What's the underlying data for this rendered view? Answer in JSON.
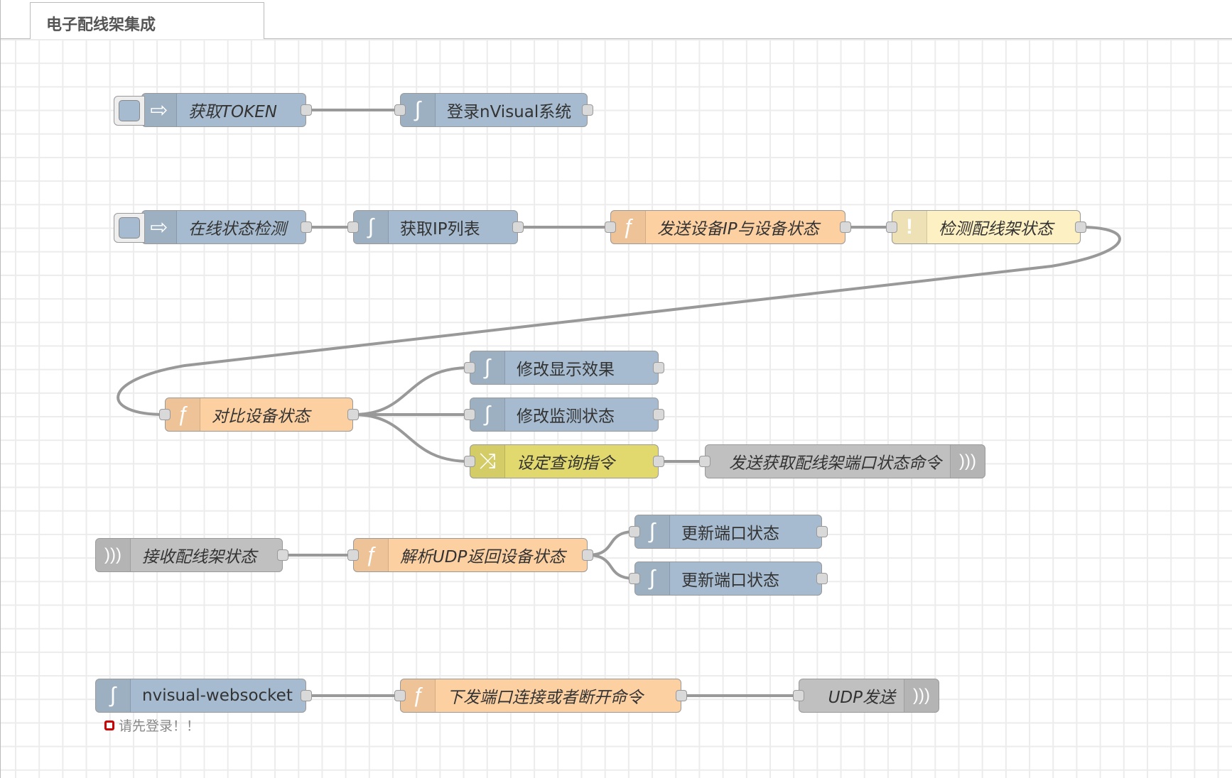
{
  "tab": {
    "label": "电子配线架集成"
  },
  "colors": {
    "function": "#fdd0a2",
    "http": "#a6bbcf",
    "inject": "#a6bbcf",
    "change": "#e2d96e",
    "switch_node": "#fdf0c2",
    "udp": "#c0c0c0",
    "wire": "#999999",
    "status_error": "#cc0000"
  },
  "nodes": {
    "get_token": {
      "label": "获取TOKEN",
      "type": "inject",
      "icon": "arrow-right-icon"
    },
    "login_nvisual": {
      "label": "登录nVisual系统",
      "type": "http-request",
      "icon": "http-icon"
    },
    "online_check": {
      "label": "在线状态检测",
      "type": "inject",
      "icon": "arrow-right-icon"
    },
    "get_ip_list": {
      "label": "获取IP列表",
      "type": "http-request",
      "icon": "http-icon"
    },
    "send_ip_status": {
      "label": "发送设备IP与设备状态",
      "type": "function",
      "icon": "function-icon"
    },
    "check_rack_status": {
      "label": "检测配线架状态",
      "type": "switch",
      "icon": "exclamation-icon"
    },
    "compare_status": {
      "label": "对比设备状态",
      "type": "function",
      "icon": "function-icon"
    },
    "modify_display": {
      "label": "修改显示效果",
      "type": "http-request",
      "icon": "http-icon"
    },
    "modify_monitor": {
      "label": "修改监测状态",
      "type": "http-request",
      "icon": "http-icon"
    },
    "set_query_cmd": {
      "label": "设定查询指令",
      "type": "change",
      "icon": "shuffle-icon"
    },
    "send_port_query": {
      "label": "发送获取配线架端口状态命令",
      "type": "udp-out",
      "icon": "udp-icon"
    },
    "receive_rack_status": {
      "label": "接收配线架状态",
      "type": "udp-in",
      "icon": "udp-icon"
    },
    "parse_udp": {
      "label": "解析UDP返回设备状态",
      "type": "function",
      "icon": "function-icon"
    },
    "update_port_1": {
      "label": "更新端口状态",
      "type": "http-request",
      "icon": "http-icon"
    },
    "update_port_2": {
      "label": "更新端口状态",
      "type": "http-request",
      "icon": "http-icon"
    },
    "nvisual_ws": {
      "label": "nvisual-websocket",
      "type": "websocket-in",
      "icon": "http-icon",
      "status": "请先登录！！"
    },
    "send_port_cmd": {
      "label": "下发端口连接或者断开命令",
      "type": "function",
      "icon": "function-icon"
    },
    "udp_send": {
      "label": "UDP发送",
      "type": "udp-out",
      "icon": "udp-icon"
    }
  }
}
